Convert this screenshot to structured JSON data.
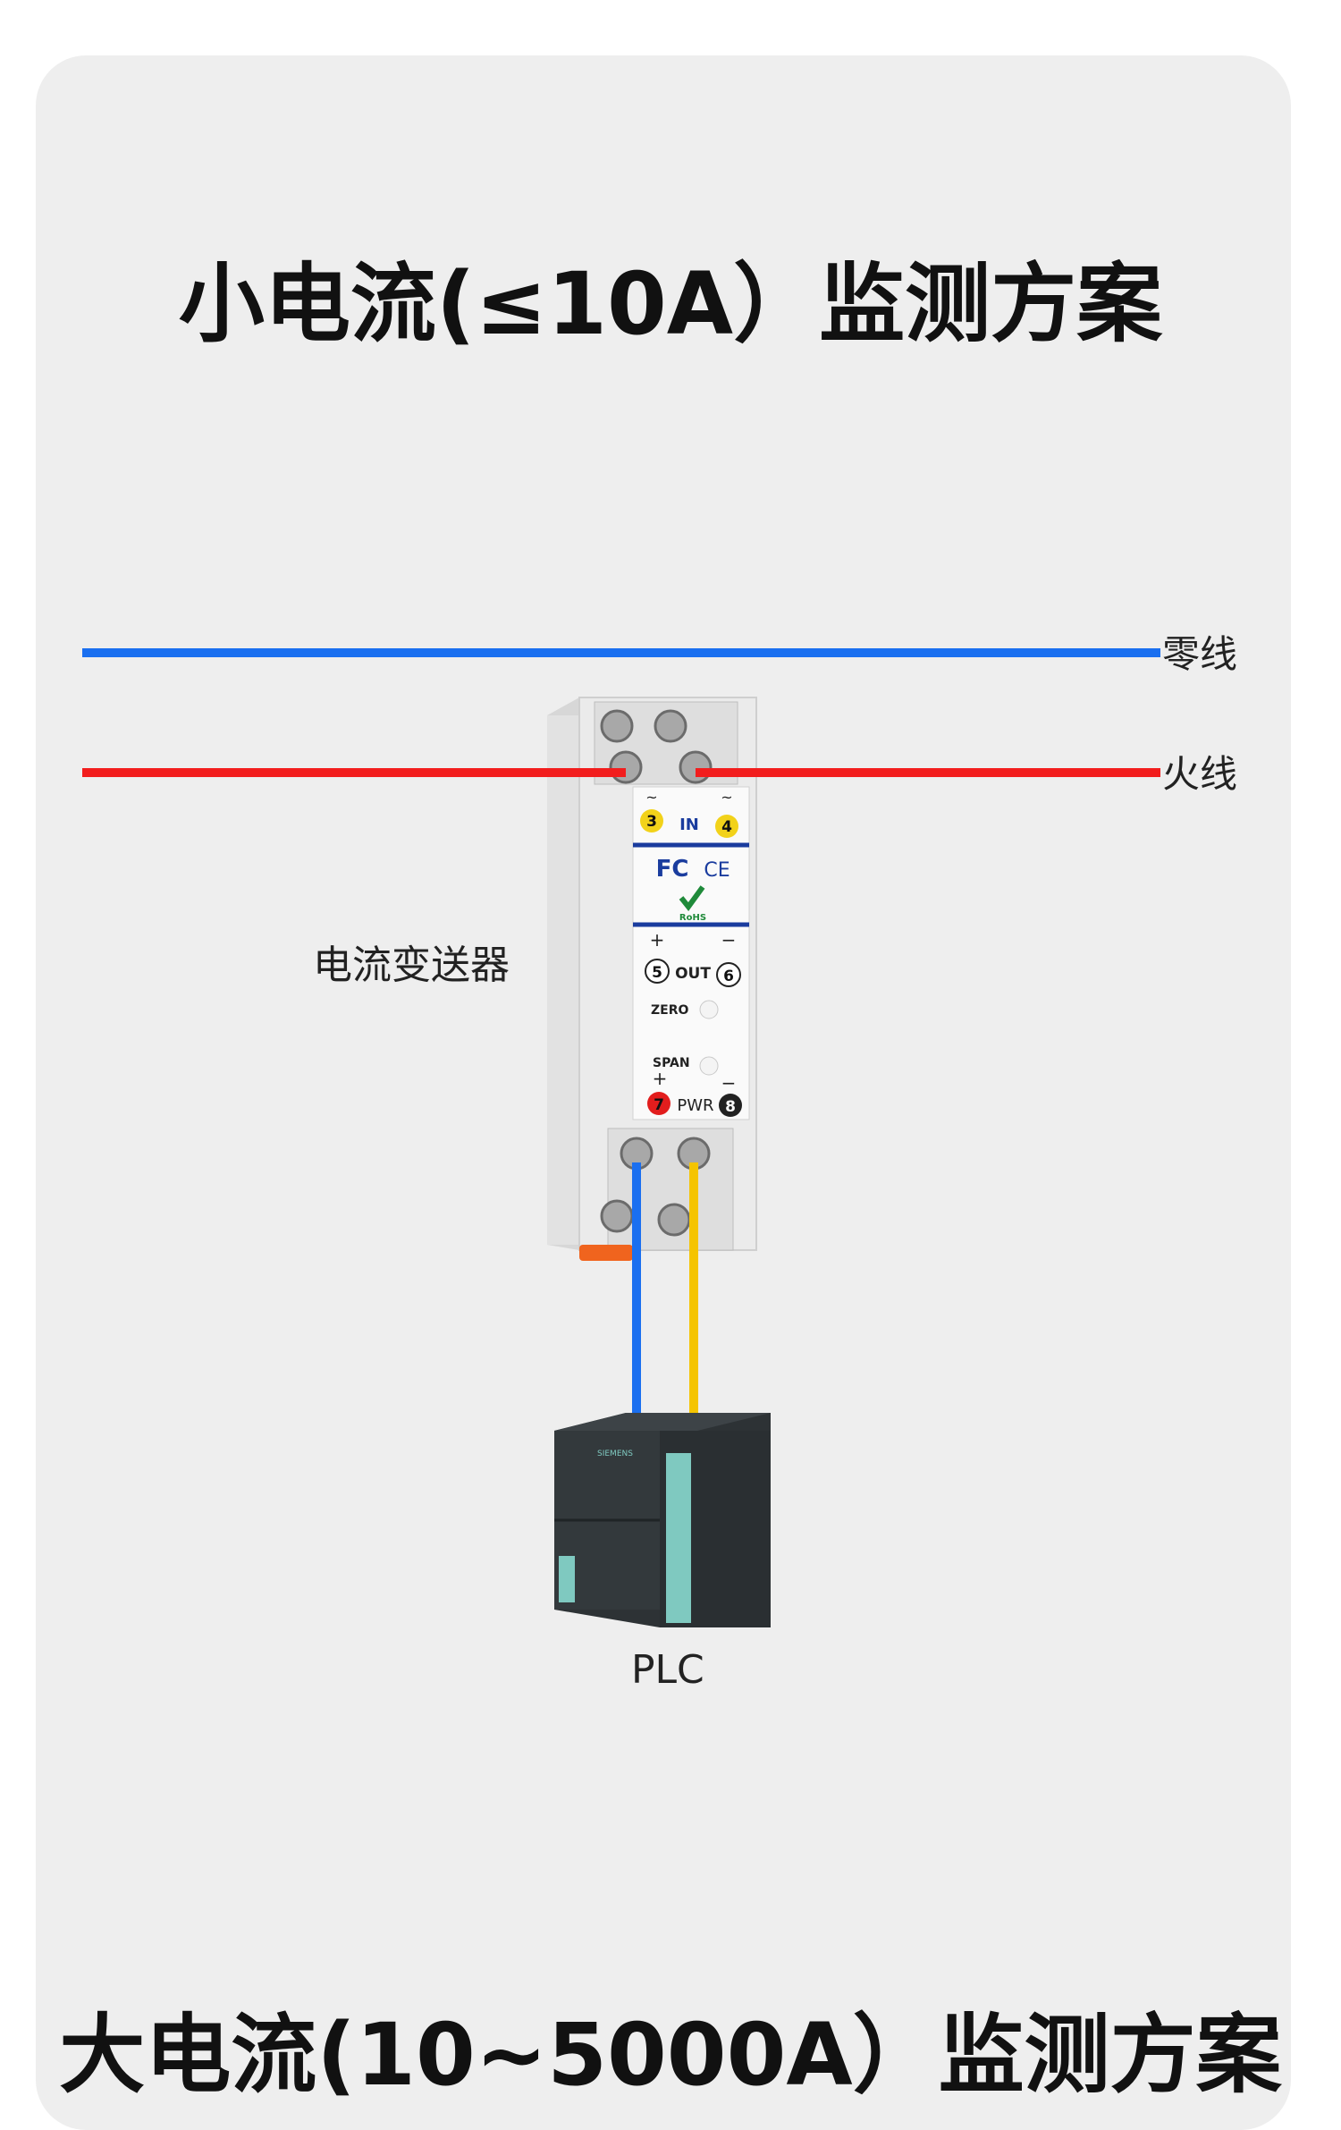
{
  "section_small": {
    "title": "小电流(≤10A）监测方案",
    "neutral_label": "零线",
    "live_label": "火线",
    "transmitter_label": "电流变送器",
    "plc_label": "PLC",
    "transmitter_face": {
      "in_label": "IN",
      "in_terminals": [
        "3",
        "4"
      ],
      "out_label": "OUT",
      "out_terminals": [
        "5",
        "6"
      ],
      "zero_label": "ZERO",
      "span_label": "SPAN",
      "pwr_label": "PWR",
      "pwr_terminals": [
        "7",
        "8"
      ],
      "cert_marks": [
        "FC",
        "CE",
        "RoHS"
      ]
    },
    "plc_brand": "SIEMENS"
  },
  "section_large": {
    "title": "大电流(10~5000A）监测方案"
  },
  "colors": {
    "neutral_wire": "#1a6ff0",
    "live_wire": "#f21d1d",
    "output_wire_blue": "#1a6ff0",
    "output_wire_yellow": "#f5c400",
    "card_background": "#eeeeee",
    "terminal_yellow": "#f2d21a",
    "terminal_red": "#e21d1d",
    "label_blue": "#1a3c9e"
  }
}
